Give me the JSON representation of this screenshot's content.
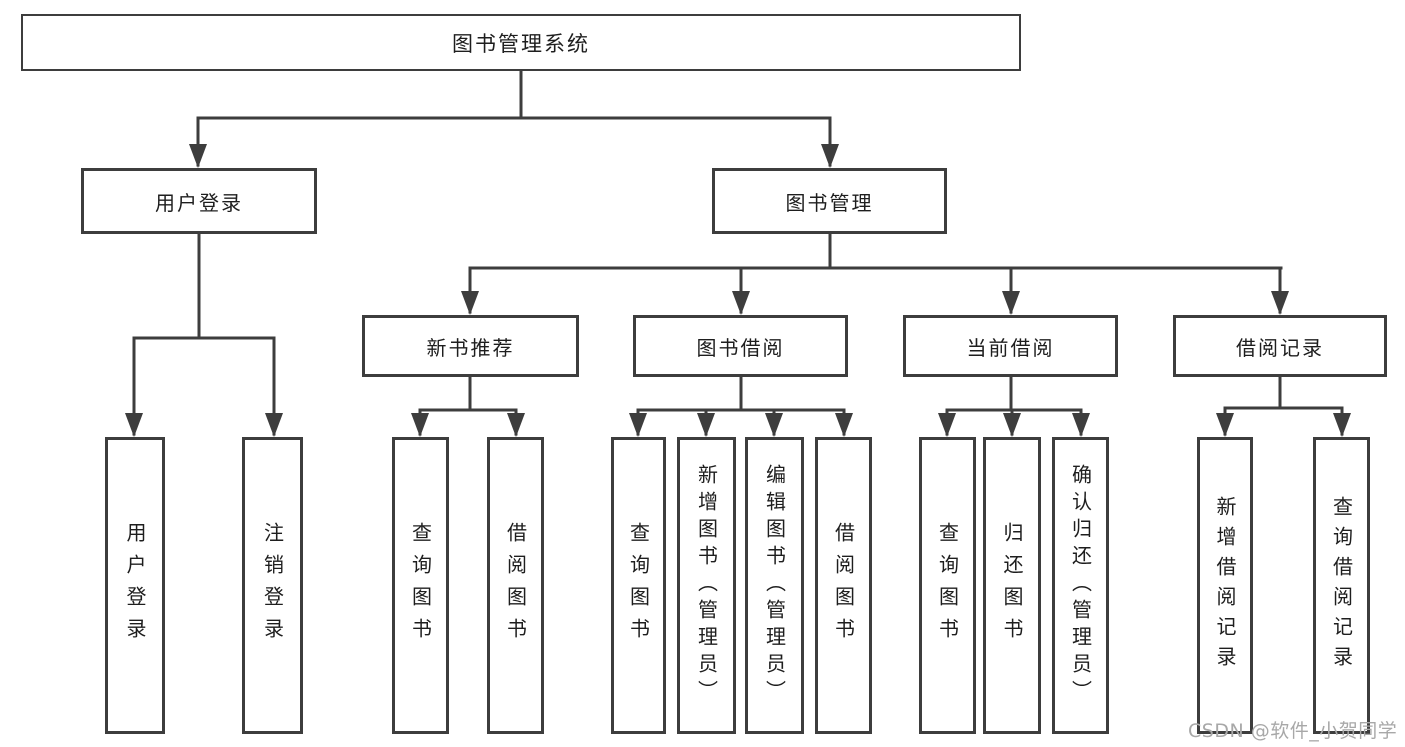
{
  "diagram": {
    "title": "图书管理系统",
    "watermark": "CSDN @软件_小贺同学",
    "colors": {
      "line": "#3d3d3d",
      "box_border": "#3d3d3d",
      "text": "#1e1e1e",
      "watermark": "#a8a8a8",
      "background": "#ffffff"
    },
    "nodes": {
      "root": "图书管理系统",
      "user_login": "用户登录",
      "book_management": "图书管理",
      "new_book_recommend": "新书推荐",
      "book_borrowing": "图书借阅",
      "current_borrowing": "当前借阅",
      "borrowing_records": "借阅记录",
      "leaves": {
        "user_login_leaf": "用户登录",
        "logout": "注销登录",
        "nb_query_books": "查询图书",
        "nb_borrow_books": "借阅图书",
        "bb_query_books": "查询图书",
        "bb_add_books": "新增图书（管理员）",
        "bb_edit_books": "编辑图书（管理员）",
        "bb_borrow_books": "借阅图书",
        "cb_query_books": "查询图书",
        "cb_return_books": "归还图书",
        "cb_confirm_return": "确认归还（管理员）",
        "br_add_record": "新增借阅记录",
        "br_query_record": "查询借阅记录"
      }
    },
    "tree": {
      "图书管理系统": {
        "用户登录": [
          "用户登录",
          "注销登录"
        ],
        "图书管理": {
          "新书推荐": [
            "查询图书",
            "借阅图书"
          ],
          "图书借阅": [
            "查询图书",
            "新增图书（管理员）",
            "编辑图书（管理员）",
            "借阅图书"
          ],
          "当前借阅": [
            "查询图书",
            "归还图书",
            "确认归还（管理员）"
          ],
          "借阅记录": [
            "新增借阅记录",
            "查询借阅记录"
          ]
        }
      }
    }
  }
}
